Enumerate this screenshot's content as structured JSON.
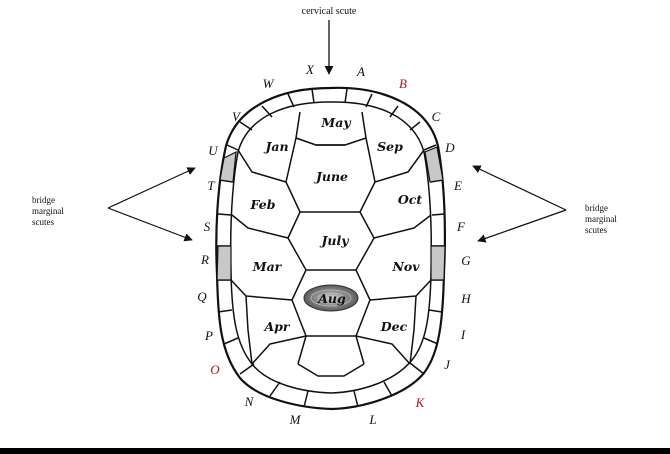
{
  "header": {
    "pointer_label": "cervical scute"
  },
  "side_labels": {
    "left": [
      "bridge",
      "marginal",
      "scutes"
    ],
    "right": [
      "bridge",
      "marginal",
      "scutes"
    ]
  },
  "colors": {
    "normal_letter": "#111111",
    "special_letter": "#b0161a",
    "bridge_fill": "#c8c8c8",
    "line": "#111111"
  },
  "scute_months": {
    "jan": "Jan",
    "may": "May",
    "sep": "Sep",
    "feb": "Feb",
    "june": "June",
    "oct": "Oct",
    "july": "July",
    "mar": "Mar",
    "nov": "Nov",
    "aug": "Aug",
    "apr": "Apr",
    "dec": "Dec"
  },
  "marginal_letters": {
    "x": "X",
    "a": "A",
    "b": "B",
    "w": "W",
    "c": "C",
    "v": "V",
    "u": "U",
    "d": "D",
    "t": "T",
    "e": "E",
    "s": "S",
    "f": "F",
    "r": "R",
    "g": "G",
    "q": "Q",
    "h": "H",
    "p": "P",
    "i": "I",
    "o": "O",
    "j": "J",
    "n": "N",
    "k": "K",
    "m": "M",
    "l": "L"
  },
  "special_letters": [
    "B",
    "O",
    "K"
  ]
}
